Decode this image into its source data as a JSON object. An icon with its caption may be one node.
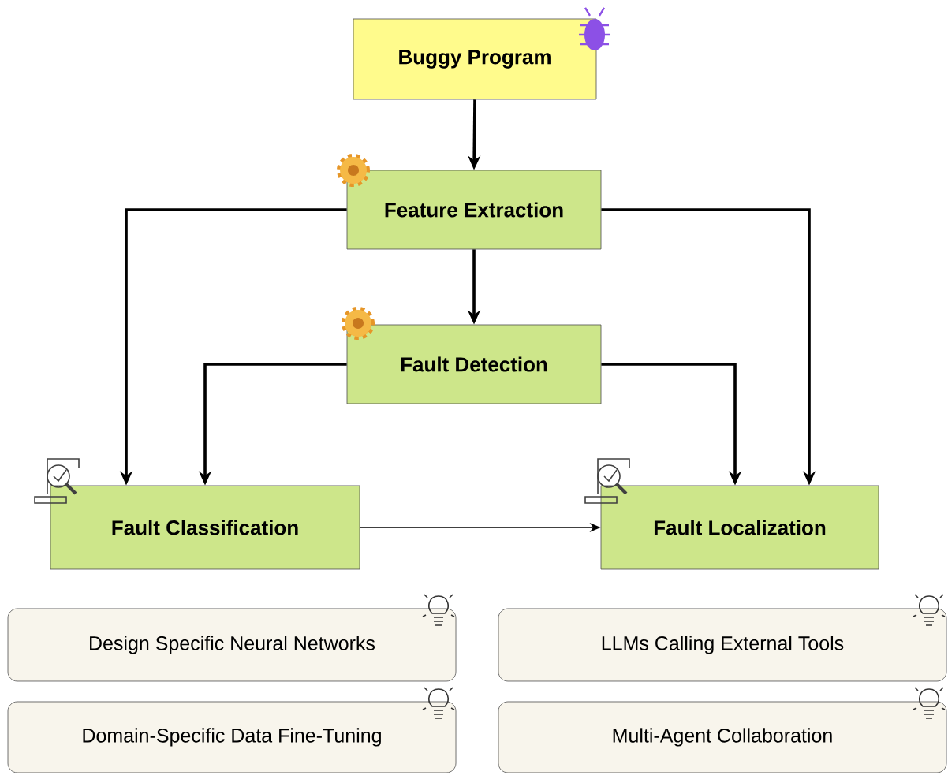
{
  "diagram": {
    "nodes": [
      {
        "text": [
          "Buggy Program"
        ]
      },
      {
        "text": [
          "Feature Extraction"
        ]
      },
      {
        "text": [
          "Fault Detection"
        ]
      },
      {
        "text": [
          "Fault Classification"
        ]
      },
      {
        "text": [
          "Fault Localization"
        ]
      },
      {
        "text": [
          "Design Specific Neural Networks"
        ]
      },
      {
        "text": [
          "Domain-Specific Data Fine-Tuning"
        ]
      },
      {
        "text": [
          "LLMs Calling External Tools"
        ]
      },
      {
        "text": [
          "Multi-Agent Collaboration"
        ]
      }
    ],
    "edges": [
      {
        "from": 0,
        "to": 1,
        "arrow": "to"
      },
      {
        "from": 1,
        "to": 2,
        "arrow": "to"
      },
      {
        "from": 1,
        "to": 3,
        "arrow": "to"
      },
      {
        "from": 1,
        "to": 4,
        "arrow": "to"
      },
      {
        "from": 2,
        "to": 3,
        "arrow": "to"
      },
      {
        "from": 2,
        "to": 4,
        "arrow": "to"
      },
      {
        "from": 3,
        "to": 4,
        "arrow": "to"
      }
    ]
  }
}
